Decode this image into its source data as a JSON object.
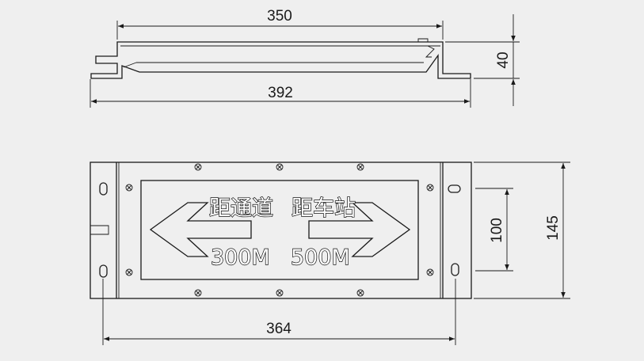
{
  "dimensions": {
    "top_width": "350",
    "overall_width": "392",
    "height": "40",
    "mount_spacing": "100",
    "panel_height": "145",
    "hole_spacing": "364"
  },
  "sign": {
    "left_label": "距通道",
    "right_label": "距车站",
    "left_distance": "300M",
    "right_distance": "500M"
  },
  "colors": {
    "background": "#efefef",
    "line": "#1a1a1a",
    "sign_text_fill": "#ffffff"
  }
}
